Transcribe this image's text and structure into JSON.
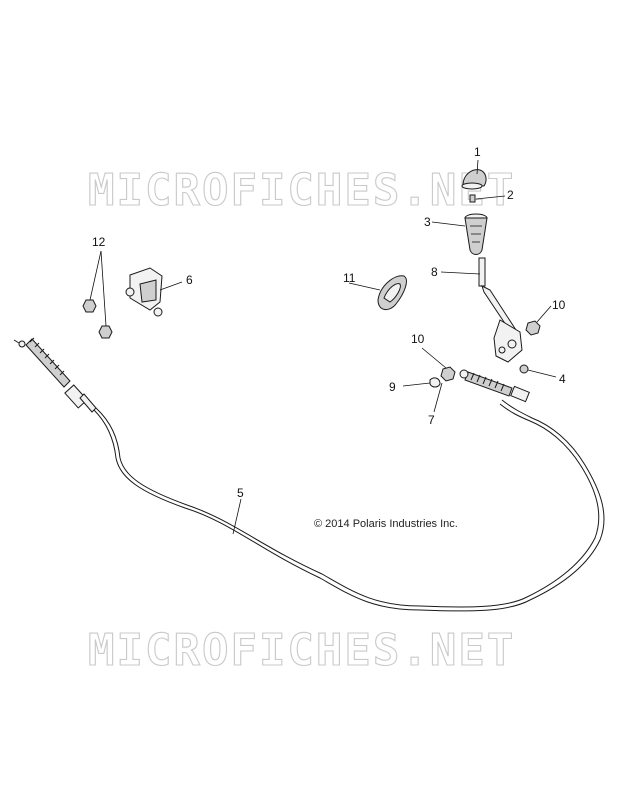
{
  "watermark": {
    "text": "MICROFICHES.NET"
  },
  "copyright": "© 2014 Polaris Industries Inc.",
  "callouts": [
    {
      "id": "callout-1",
      "label": "1"
    },
    {
      "id": "callout-2",
      "label": "2"
    },
    {
      "id": "callout-3",
      "label": "3"
    },
    {
      "id": "callout-4",
      "label": "4"
    },
    {
      "id": "callout-5",
      "label": "5"
    },
    {
      "id": "callout-6",
      "label": "6"
    },
    {
      "id": "callout-7",
      "label": "7"
    },
    {
      "id": "callout-8",
      "label": "8"
    },
    {
      "id": "callout-9",
      "label": "9"
    },
    {
      "id": "callout-10a",
      "label": "10"
    },
    {
      "id": "callout-10b",
      "label": "10"
    },
    {
      "id": "callout-11",
      "label": "11"
    },
    {
      "id": "callout-12",
      "label": "12"
    }
  ]
}
